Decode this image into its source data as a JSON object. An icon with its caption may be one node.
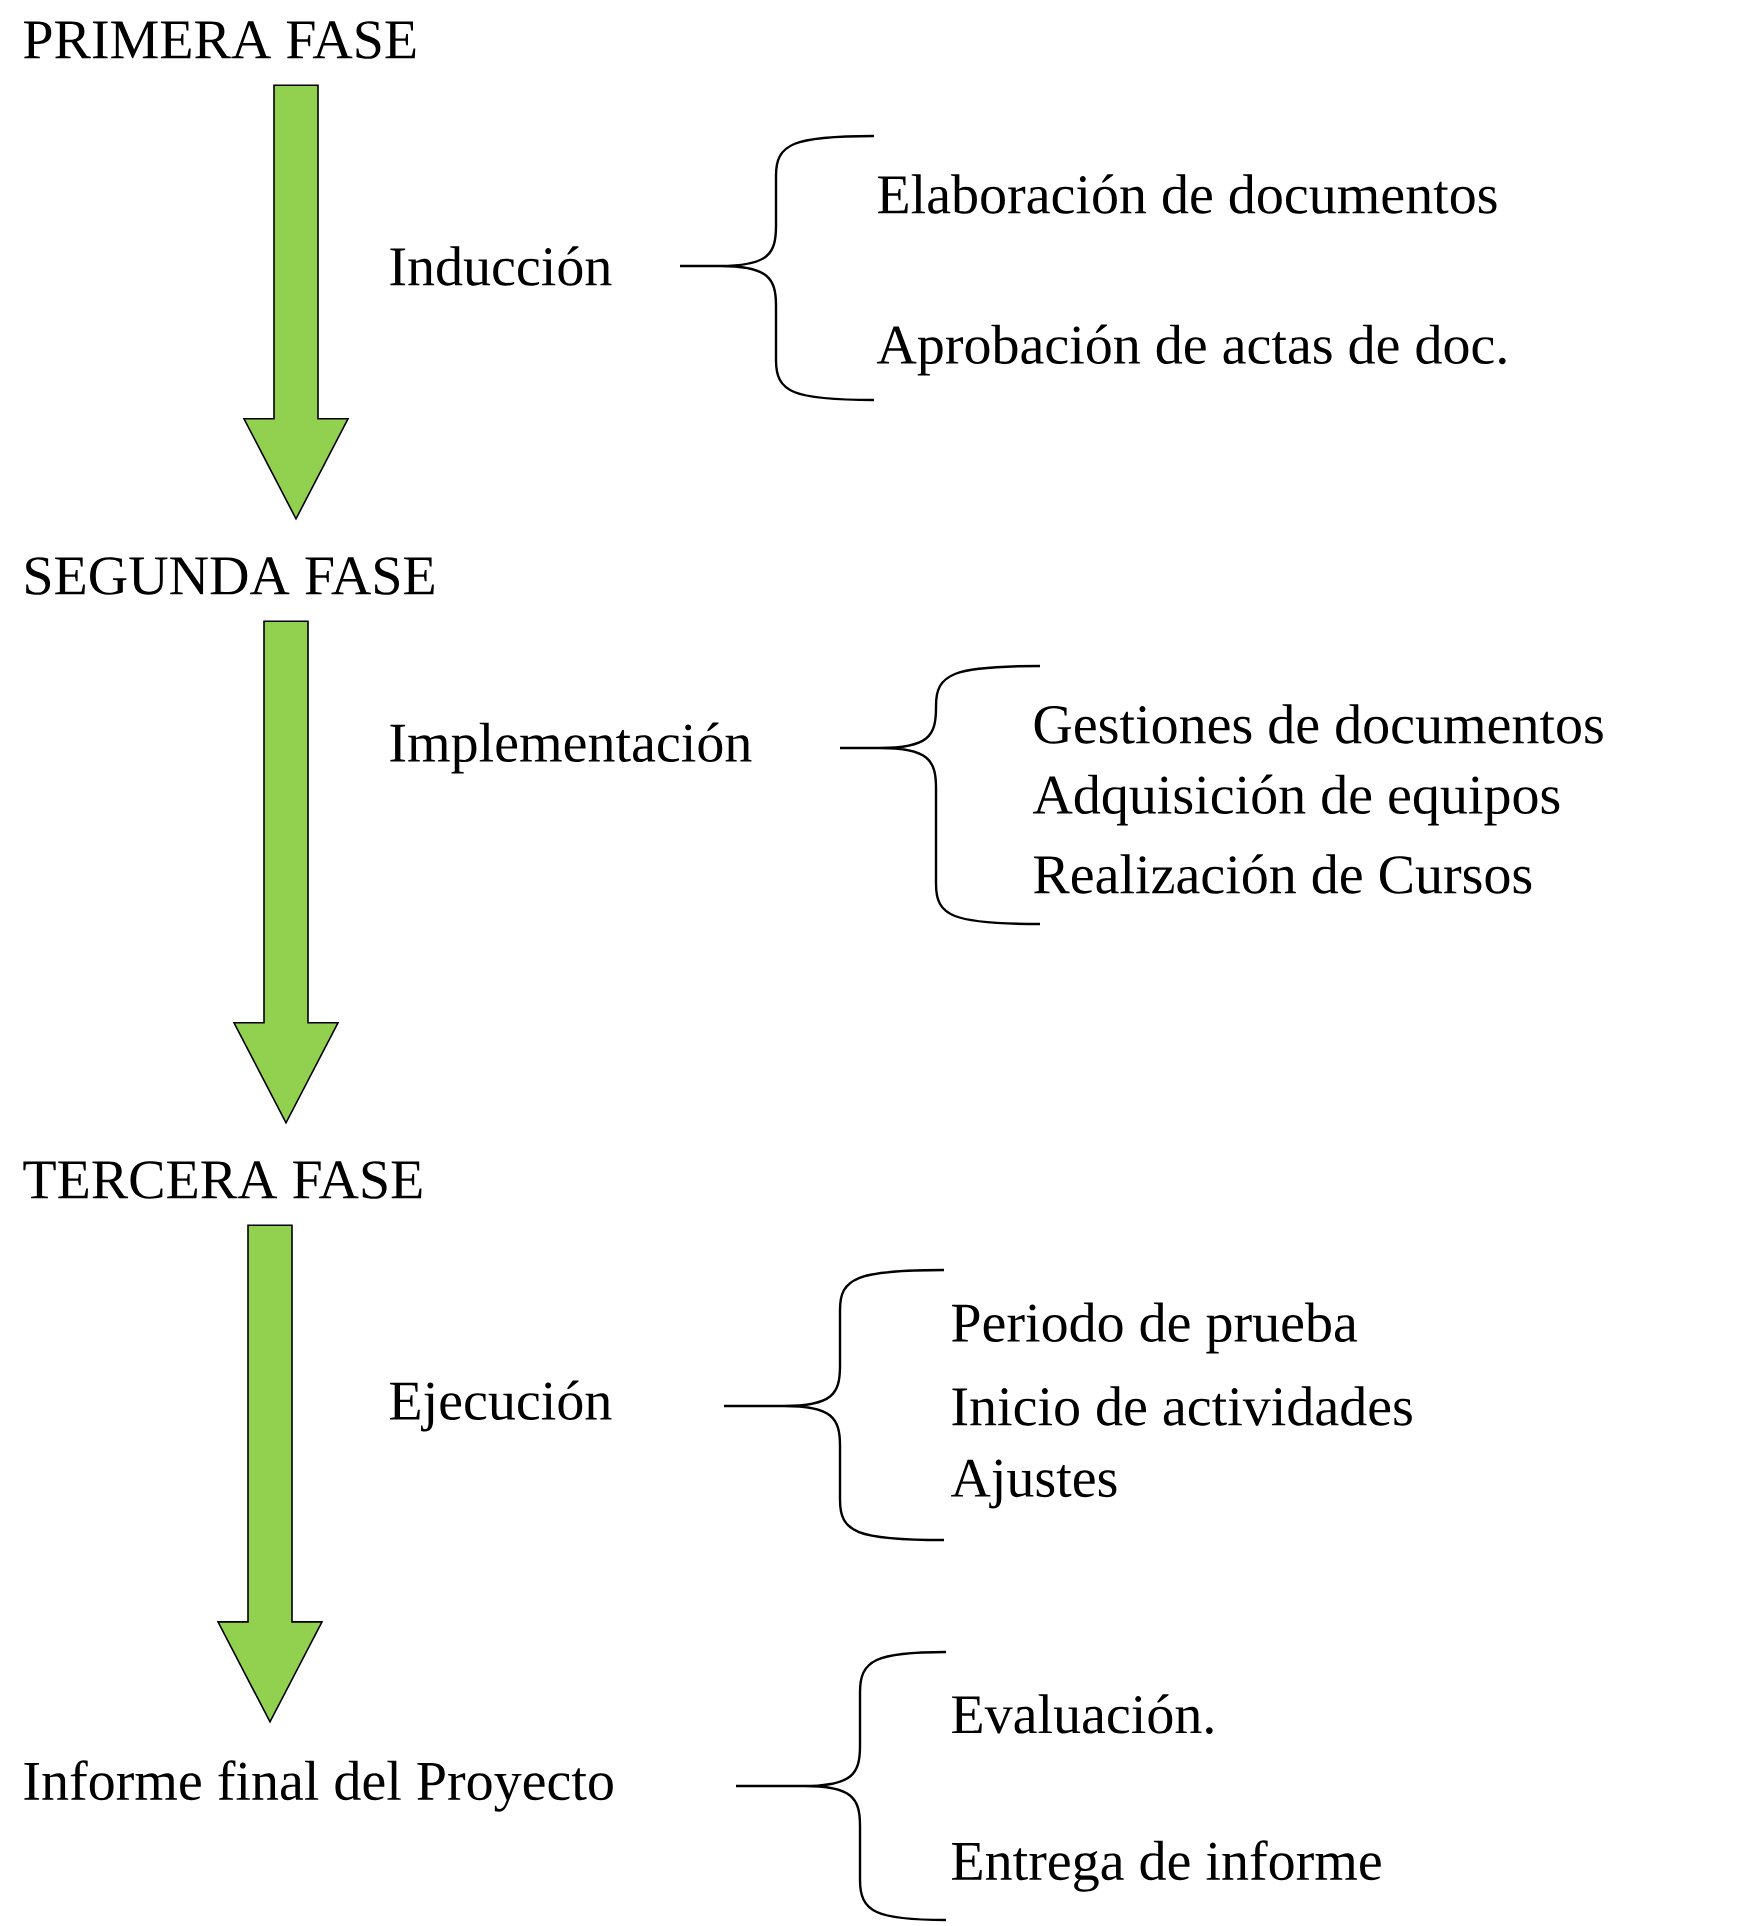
{
  "diagram": {
    "nodes": [
      {
        "text": [
          "PRIMERA FASE"
        ]
      },
      {
        "text": [
          "SEGUNDA FASE"
        ]
      },
      {
        "text": [
          "TERCERA FASE"
        ]
      },
      {
        "text": [
          "Informe final del Proyecto"
        ]
      }
    ],
    "edges": [
      {
        "from": 0,
        "to": 1,
        "arrow": "to"
      },
      {
        "from": 1,
        "to": 2,
        "arrow": "to"
      },
      {
        "from": 2,
        "to": 3,
        "arrow": "to"
      }
    ],
    "labels": [
      "Inducción",
      "Elaboración de documentos",
      "Aprobación de actas de doc.",
      "Implementación",
      "Gestiones de documentos",
      "Adquisición de equipos",
      "Realización de Cursos",
      "Ejecución",
      "Periodo de prueba",
      "Inicio de actividades",
      "Ajustes",
      "Evaluación.",
      "Entrega de informe"
    ]
  }
}
